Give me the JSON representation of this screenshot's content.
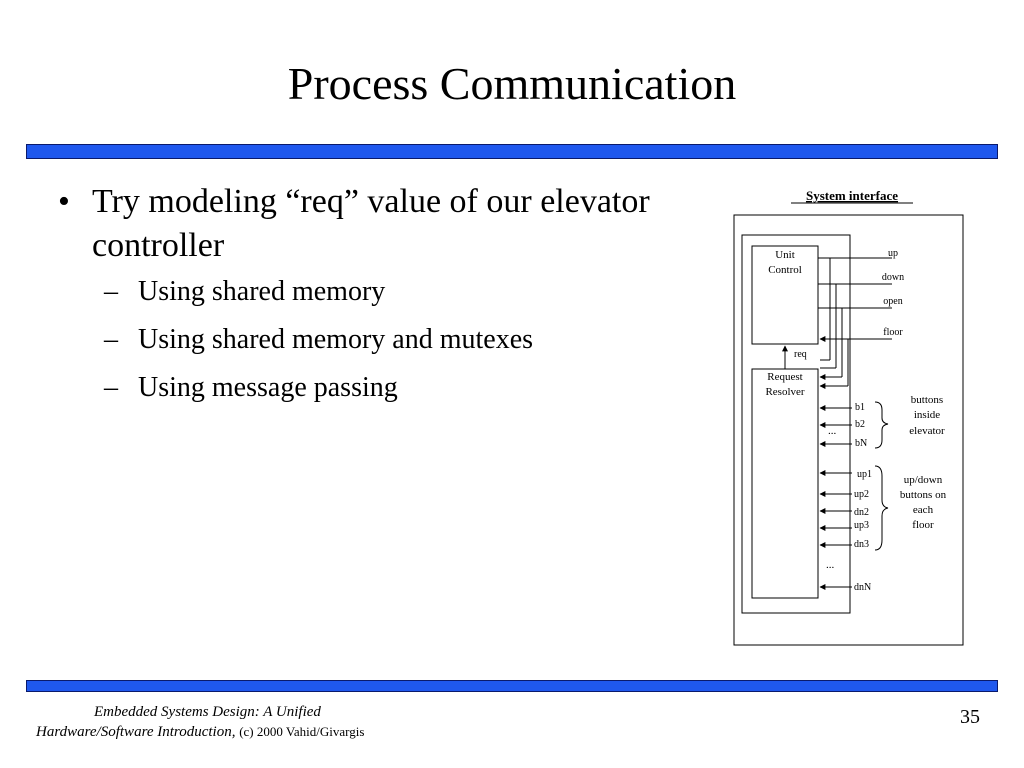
{
  "slide": {
    "title": "Process Communication",
    "bullets": [
      {
        "text": "Try modeling “req” value of our elevator controller",
        "subitems": [
          "Using shared memory",
          "Using shared memory and mutexes",
          "Using message passing"
        ]
      }
    ],
    "bullet_glyph": "•",
    "dash_glyph": "–"
  },
  "diagram": {
    "heading": "System interface",
    "unit_control": [
      "Unit",
      "Control"
    ],
    "request_resolver": [
      "Request",
      "Resolver"
    ],
    "req_label": "req",
    "outputs": [
      "up",
      "down",
      "open",
      "floor"
    ],
    "inputs": [
      "b1",
      "b2",
      "bN",
      "up1",
      "up2",
      "dn2",
      "up3",
      "dn3",
      "dnN"
    ],
    "ellipsis": "...",
    "group_buttons_inside": [
      "buttons",
      "inside",
      "elevator"
    ],
    "group_updown": [
      "up/down",
      "buttons on",
      "each",
      "floor"
    ]
  },
  "footer": {
    "line1": "Embedded Systems Design: A Unified",
    "line2": "Hardware/Software Introduction,",
    "copyright": "(c) 2000 Vahid/Givargis",
    "page_number": "35"
  },
  "colors": {
    "bar": "#1f58ee",
    "bar_border": "#0a1a6b"
  }
}
